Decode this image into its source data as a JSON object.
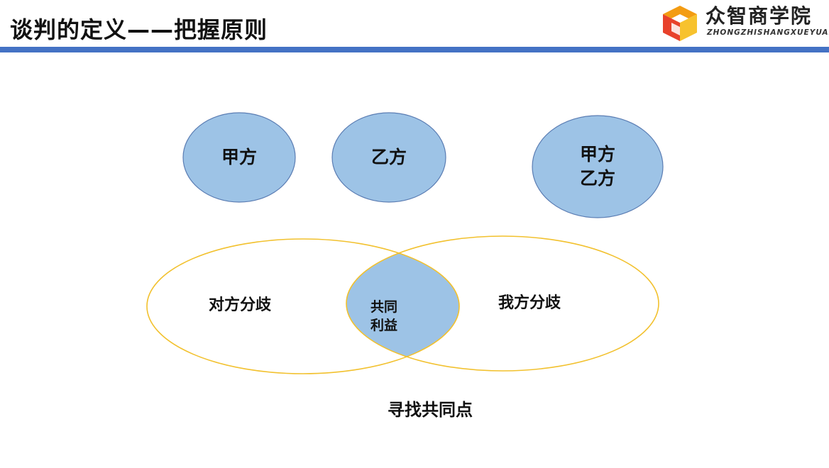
{
  "header": {
    "title": "谈判的定义——把握原则",
    "bar_color": "#4472c4"
  },
  "logo": {
    "name": "众智商学院",
    "subtitle": "ZHONGZHISHANGXUEYUAN",
    "mark_icon": "cube-logo-icon",
    "colors": [
      "#e8412b",
      "#f39c12",
      "#f7c22e"
    ]
  },
  "diagram": {
    "circle_fill": "#9dc3e6",
    "circle_stroke": "#5b7db3",
    "ellipse_stroke": "#f2c12e",
    "nodes": {
      "party_a": "甲方",
      "party_b": "乙方",
      "combined_line1": "甲方",
      "combined_line2": "乙方"
    },
    "venn": {
      "left_label": "对方分歧",
      "right_label": "我方分歧",
      "overlap_line1": "共同",
      "overlap_line2": "利益"
    },
    "caption": "寻找共同点"
  }
}
